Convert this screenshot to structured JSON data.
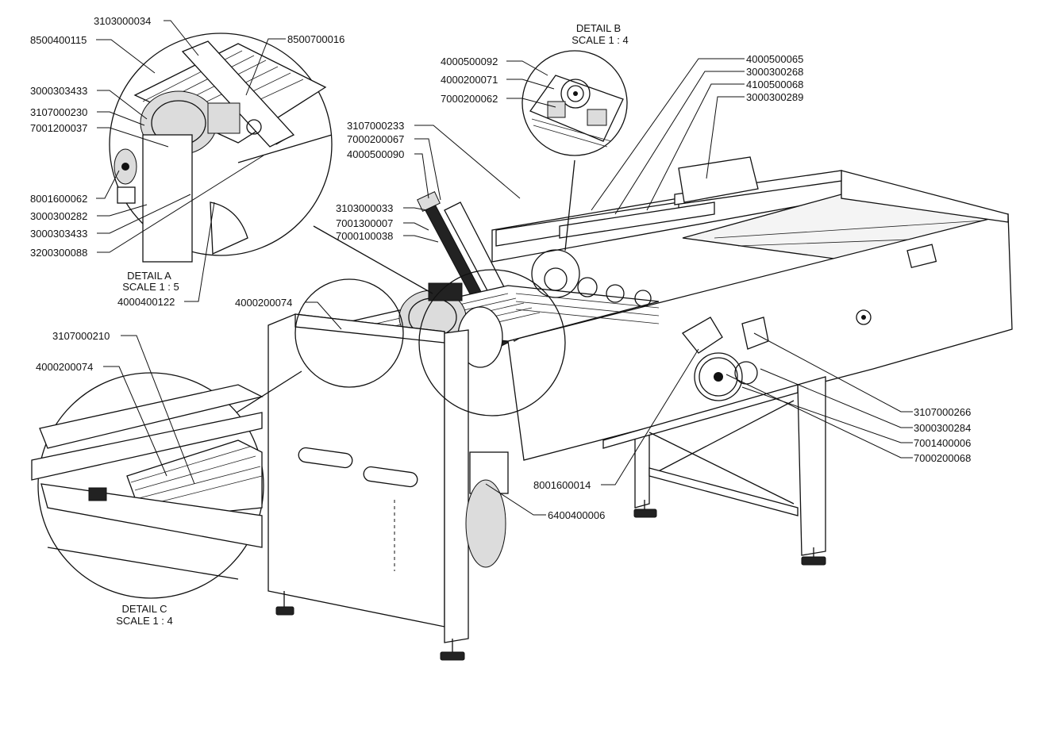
{
  "details": {
    "a": {
      "title": "DETAIL A",
      "scale": "SCALE 1 : 5"
    },
    "b": {
      "title": "DETAIL B",
      "scale": "SCALE 1 : 4"
    },
    "c": {
      "title": "DETAIL C",
      "scale": "SCALE 1 : 4"
    }
  },
  "part_labels": [
    "3103000034",
    "8500400115",
    "8500700016",
    "3000303433",
    "3107000230",
    "7001200037",
    "8001600062",
    "3000300282",
    "3000303433",
    "3200300088",
    "4000400122",
    "4000500092",
    "4000200071",
    "7000200062",
    "4000500065",
    "3000300268",
    "4100500068",
    "3000300289",
    "3107000233",
    "7000200067",
    "4000500090",
    "3103000033",
    "7001300007",
    "7000100038",
    "4000200074",
    "3107000210",
    "4000200074",
    "3107000266",
    "3000300284",
    "7001400006",
    "7000200068",
    "8001600014",
    "6400400006"
  ]
}
